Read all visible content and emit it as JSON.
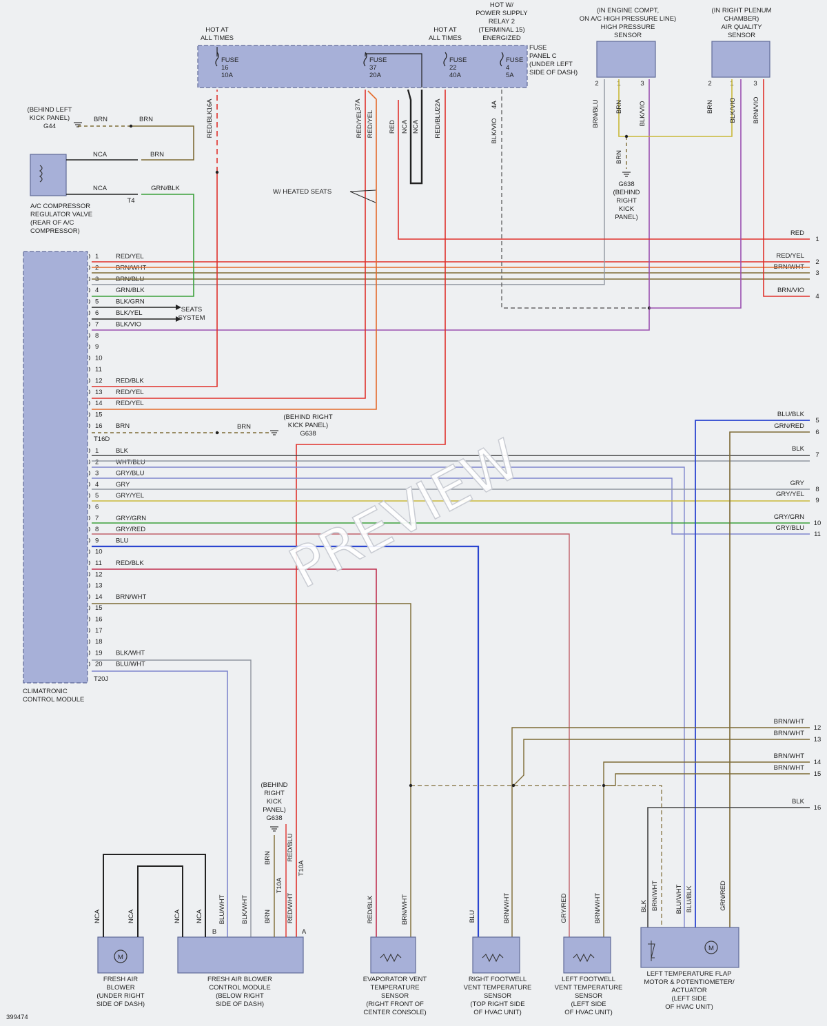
{
  "diagram_id": "399474",
  "watermark": "PREVIEW",
  "modules": {
    "fuse_panel": [
      "FUSE",
      "PANEL C",
      "(UNDER LEFT",
      "SIDE OF DASH)"
    ],
    "hot_always_1": [
      "HOT AT",
      "ALL TIMES"
    ],
    "hot_always_2": [
      "HOT AT",
      "ALL TIMES"
    ],
    "hot_relay": [
      "HOT W/",
      "POWER SUPPLY",
      "RELAY 2",
      "(TERMINAL 15)",
      "ENERGIZED"
    ],
    "hp_sensor": [
      "(IN ENGINE COMPT,",
      "ON A/C HIGH PRESSURE LINE)",
      "HIGH PRESSURE",
      "SENSOR"
    ],
    "aq_sensor": [
      "(IN RIGHT PLENUM",
      "CHAMBER)",
      "AIR QUALITY",
      "SENSOR"
    ],
    "g44": [
      "(BEHIND LEFT",
      "KICK PANEL)",
      "G44"
    ],
    "compressor": [
      "A/C COMPRESSOR",
      "REGULATOR VALVE",
      "(REAR OF A/C",
      "COMPRESSOR)"
    ],
    "heated": "W/ HEATED SEATS",
    "g638_top": [
      "G638",
      "(BEHIND",
      "RIGHT",
      "KICK",
      "PANEL)"
    ],
    "g638_mid": [
      "(BEHIND RIGHT",
      "KICK PANEL)",
      "G638"
    ],
    "seats": [
      "SEATS",
      "SYSTEM"
    ],
    "ccm": [
      "CLIMATRONIC",
      "CONTROL MODULE"
    ],
    "g638_bottom": [
      "(BEHIND",
      "RIGHT",
      "KICK",
      "PANEL)",
      "G638"
    ],
    "blower": [
      "FRESH AIR",
      "BLOWER",
      "(UNDER RIGHT",
      "SIDE OF DASH)"
    ],
    "blower_ctrl": [
      "FRESH AIR BLOWER",
      "CONTROL MODULE",
      "(BELOW RIGHT",
      "SIDE OF DASH)"
    ],
    "evap": [
      "EVAPORATOR VENT",
      "TEMPERATURE",
      "SENSOR",
      "(RIGHT FRONT OF",
      "CENTER CONSOLE)"
    ],
    "rfoot": [
      "RIGHT FOOTWELL",
      "VENT TEMPERATURE",
      "SENSOR",
      "(TOP RIGHT SIDE",
      "OF HVAC UNIT)"
    ],
    "lfoot": [
      "LEFT FOOTWELL",
      "VENT TEMPERATURE",
      "SENSOR",
      "(LEFT SIDE",
      "OF HVAC UNIT)"
    ],
    "flap": [
      "LEFT TEMPERATURE FLAP",
      "MOTOR & POTENTIOMETER/",
      "ACTUATOR",
      "(LEFT SIDE",
      "OF HVAC UNIT)"
    ]
  },
  "fuses": [
    {
      "lines": [
        "FUSE",
        "16",
        "10A"
      ],
      "term": "16A",
      "wire": "RED/BLK"
    },
    {
      "lines": [
        "FUSE",
        "37",
        "20A"
      ],
      "term": "37A",
      "wire": "RED/YEL"
    },
    {
      "lines": [
        "FUSE",
        "22",
        "40A"
      ],
      "term": "22A",
      "wire": "RED/BLU"
    },
    {
      "lines": [
        "FUSE",
        "4",
        "5A"
      ],
      "term": "4A",
      "wire": "BLK/VIO"
    }
  ],
  "connectors": {
    "upper": "T16D",
    "lower": "T20J",
    "t4": "T4",
    "t10a": "T10A"
  },
  "pins_upper": [
    {
      "n": "1",
      "w": "RED/YEL"
    },
    {
      "n": "2",
      "w": "BRN/WHT"
    },
    {
      "n": "3",
      "w": "BRN/BLU"
    },
    {
      "n": "4",
      "w": "GRN/BLK"
    },
    {
      "n": "5",
      "w": "BLK/GRN"
    },
    {
      "n": "6",
      "w": "BLK/YEL"
    },
    {
      "n": "7",
      "w": "BLK/VIO"
    },
    {
      "n": "8",
      "w": ""
    },
    {
      "n": "9",
      "w": ""
    },
    {
      "n": "10",
      "w": ""
    },
    {
      "n": "11",
      "w": ""
    },
    {
      "n": "12",
      "w": "RED/BLK"
    },
    {
      "n": "13",
      "w": "RED/YEL"
    },
    {
      "n": "14",
      "w": "RED/YEL"
    },
    {
      "n": "15",
      "w": ""
    },
    {
      "n": "16",
      "w": "BRN"
    }
  ],
  "pins_lower": [
    {
      "n": "1",
      "w": "BLK"
    },
    {
      "n": "2",
      "w": "WHT/BLU"
    },
    {
      "n": "3",
      "w": "GRY/BLU"
    },
    {
      "n": "4",
      "w": "GRY"
    },
    {
      "n": "5",
      "w": "GRY/YEL"
    },
    {
      "n": "6",
      "w": ""
    },
    {
      "n": "7",
      "w": "GRY/GRN"
    },
    {
      "n": "8",
      "w": "GRY/RED"
    },
    {
      "n": "9",
      "w": "BLU"
    },
    {
      "n": "10",
      "w": ""
    },
    {
      "n": "11",
      "w": "RED/BLK"
    },
    {
      "n": "12",
      "w": ""
    },
    {
      "n": "13",
      "w": ""
    },
    {
      "n": "14",
      "w": "BRN/WHT"
    },
    {
      "n": "15",
      "w": ""
    },
    {
      "n": "16",
      "w": ""
    },
    {
      "n": "17",
      "w": ""
    },
    {
      "n": "18",
      "w": ""
    },
    {
      "n": "19",
      "w": "BLK/WHT"
    },
    {
      "n": "20",
      "w": "BLU/WHT"
    }
  ],
  "right_refs": [
    {
      "n": "1",
      "w": "RED"
    },
    {
      "n": "2",
      "w": "RED/YEL"
    },
    {
      "n": "3",
      "w": "BRN/WHT"
    },
    {
      "n": "4",
      "w": "BRN/VIO"
    },
    {
      "n": "5",
      "w": "BLU/BLK"
    },
    {
      "n": "6",
      "w": "GRN/RED"
    },
    {
      "n": "7",
      "w": "BLK"
    },
    {
      "n": "8",
      "w": "GRY"
    },
    {
      "n": "9",
      "w": "GRY/YEL"
    },
    {
      "n": "10",
      "w": "GRY/GRN"
    },
    {
      "n": "11",
      "w": "GRY/BLU"
    },
    {
      "n": "12",
      "w": "BRN/WHT"
    },
    {
      "n": "13",
      "w": "BRN/WHT"
    },
    {
      "n": "14",
      "w": "BRN/WHT"
    },
    {
      "n": "15",
      "w": "BRN/WHT"
    },
    {
      "n": "16",
      "w": "BLK"
    }
  ],
  "wire_labels": {
    "brn": "BRN",
    "nca": "NCA",
    "grnblk": "GRN/BLK",
    "red": "RED",
    "redyel": "RED/YEL",
    "brnblu": "BRN/BLU",
    "blkvio": "BLK/VIO",
    "brnvio": "BRN/VIO",
    "redblu": "RED/BLU",
    "redwht": "RED/WHT",
    "bluwht": "BLU/WHT",
    "blkwht": "BLK/WHT",
    "redblk": "RED/BLK",
    "brnwht": "BRN/WHT",
    "blu": "BLU",
    "gryred": "GRY/RED",
    "blk": "BLK",
    "blublk": "BLU/BLK",
    "grnred": "GRN/RED"
  },
  "pin_marks": {
    "b": "B",
    "a": "A"
  },
  "colors": {
    "RED": "#e0302a",
    "BRN": "#7d6a34",
    "GRN": "#3aa03a",
    "BLK": "#2a2a2a",
    "VIO": "#9a4fb0",
    "BLU": "#2a45d0",
    "GRY": "#8f96a0",
    "ORG": "#e46a2a",
    "LBL": "#7f86cc",
    "YEL": "#c8b838",
    "box": "#a7b0d8",
    "boxStroke": "#606a98"
  }
}
